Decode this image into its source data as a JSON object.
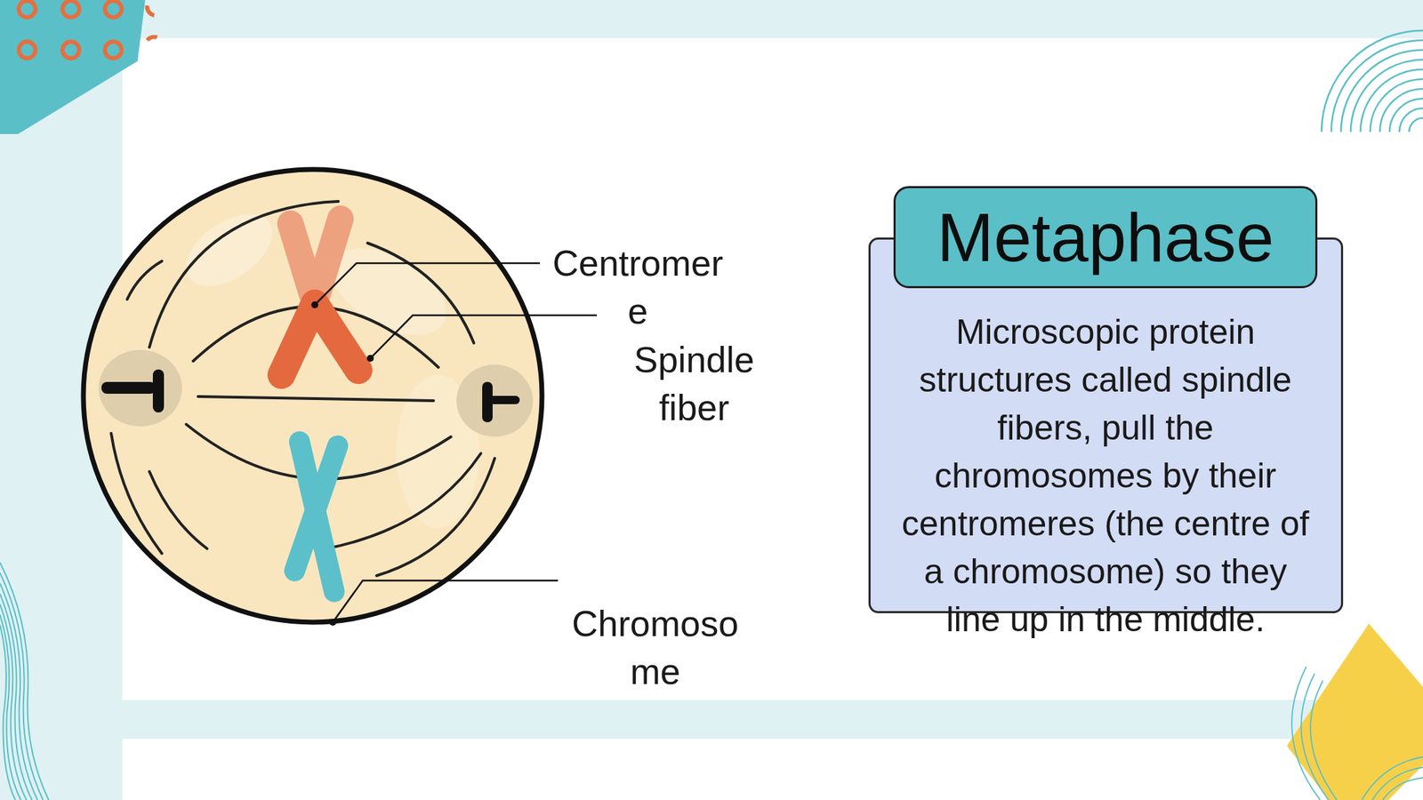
{
  "diagram": {
    "nodes": [
      {
        "text": [
          "Metaphase",
          "Microscopic protein structures called spindle fibers, pull the chromosomes by their centromeres (the centre of a chromosome) so they line up in the middle."
        ]
      }
    ],
    "labels": [
      "Centromere",
      "Spindle fiber",
      "Chromosome"
    ]
  }
}
